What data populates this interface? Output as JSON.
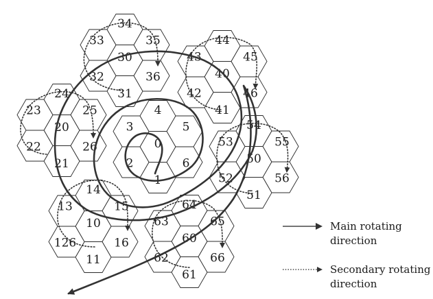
{
  "cells": [
    "0",
    "1",
    "2",
    "3",
    "4",
    "5",
    "6",
    "10",
    "11",
    "126",
    "13",
    "14",
    "15",
    "16",
    "20",
    "21",
    "22",
    "23",
    "24",
    "25",
    "26",
    "30",
    "31",
    "32",
    "33",
    "34",
    "35",
    "36",
    "40",
    "41",
    "42",
    "43",
    "44",
    "45",
    "46",
    "50",
    "51",
    "52",
    "53",
    "54",
    "55",
    "56",
    "60",
    "61",
    "62",
    "63",
    "64",
    "65",
    "66"
  ],
  "legend": {
    "main_line1": "Main rotating",
    "main_line2": "direction",
    "secondary_line1": "Secondary rotating",
    "secondary_line2": "direction"
  },
  "colors": {
    "stroke": "#2a2a2a",
    "text": "#1a1a1a",
    "background": "#ffffff"
  }
}
